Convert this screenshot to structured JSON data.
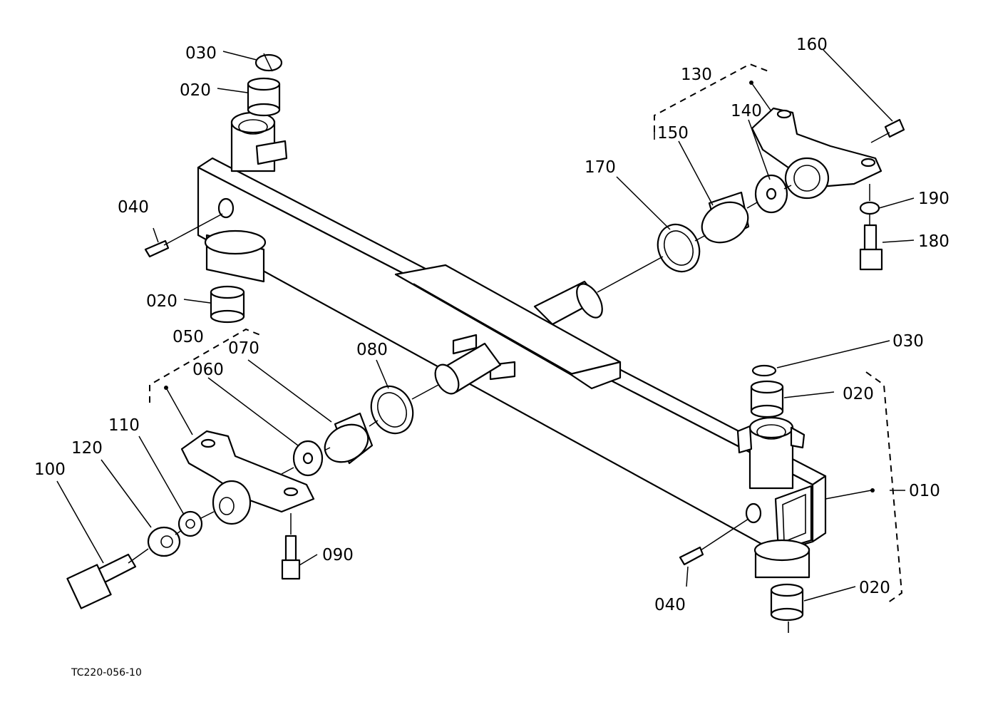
{
  "figure_code": "TC220-056-10",
  "callouts": {
    "c010": "010",
    "c020_top": "020",
    "c020_left": "020",
    "c020_right": "020",
    "c020_bottom": "020",
    "c030_top": "030",
    "c030_right": "030",
    "c040_left": "040",
    "c040_right": "040",
    "c050": "050",
    "c060": "060",
    "c070": "070",
    "c080": "080",
    "c090": "090",
    "c100": "100",
    "c110": "110",
    "c120": "120",
    "c130": "130",
    "c140": "140",
    "c150": "150",
    "c160": "160",
    "c170": "170",
    "c180": "180",
    "c190": "190"
  }
}
